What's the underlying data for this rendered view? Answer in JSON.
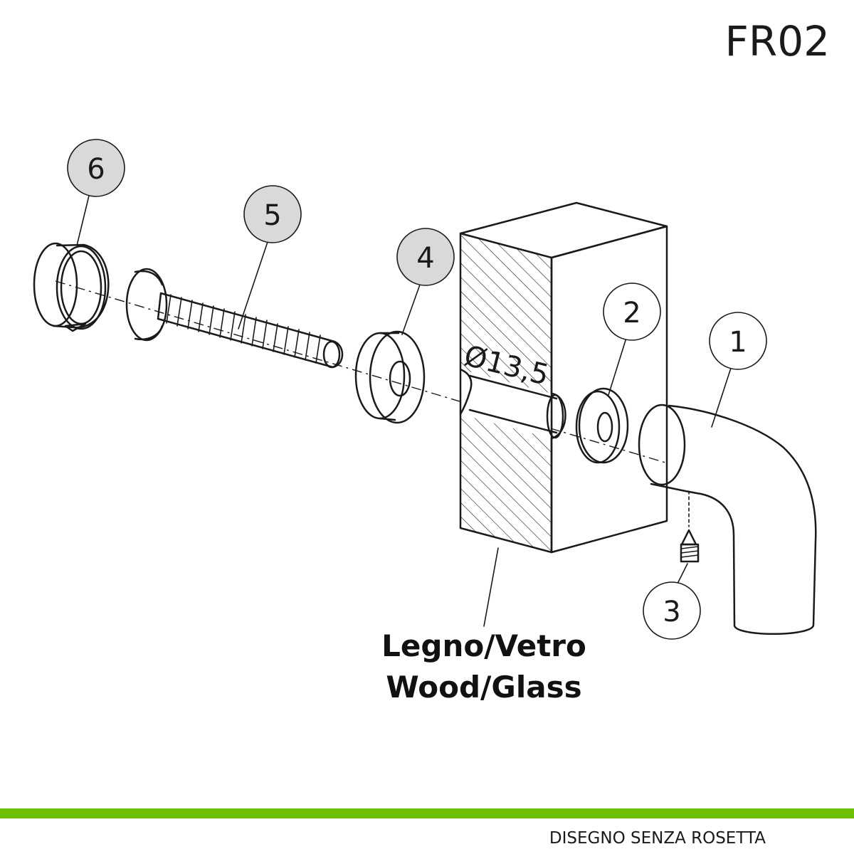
{
  "title": {
    "code": "FR02"
  },
  "callouts": [
    {
      "id": "1",
      "label": "1",
      "highlighted": false
    },
    {
      "id": "2",
      "label": "2",
      "highlighted": false
    },
    {
      "id": "3",
      "label": "3",
      "highlighted": false
    },
    {
      "id": "4",
      "label": "4",
      "highlighted": true
    },
    {
      "id": "5",
      "label": "5",
      "highlighted": true
    },
    {
      "id": "6",
      "label": "6",
      "highlighted": true
    }
  ],
  "dimension": {
    "hole_diameter": "Ø13,5"
  },
  "material": {
    "line1": "Legno/Vetro",
    "line2": "Wood/Glass"
  },
  "footer": {
    "text": "DISEGNO SENZA ROSETTA",
    "bar_color": "#6cc000"
  },
  "colors": {
    "highlight_fill": "#d9d9d9",
    "line": "#1a1a1a"
  }
}
